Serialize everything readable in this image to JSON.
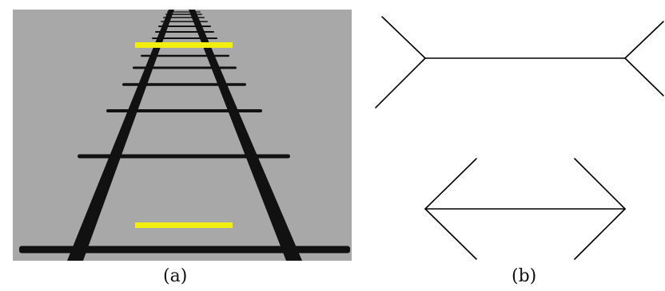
{
  "figure": {
    "panel_a": {
      "caption": "(a)",
      "illustration": "ponzo-railway-track-illusion",
      "background_color": "#a8a8a8",
      "track_color": "#111111",
      "highlight_bar_color": "#f2ef10"
    },
    "panel_b": {
      "caption": "(b)",
      "illustration": "muller-lyer-illusion",
      "line_color": "#000000"
    }
  }
}
